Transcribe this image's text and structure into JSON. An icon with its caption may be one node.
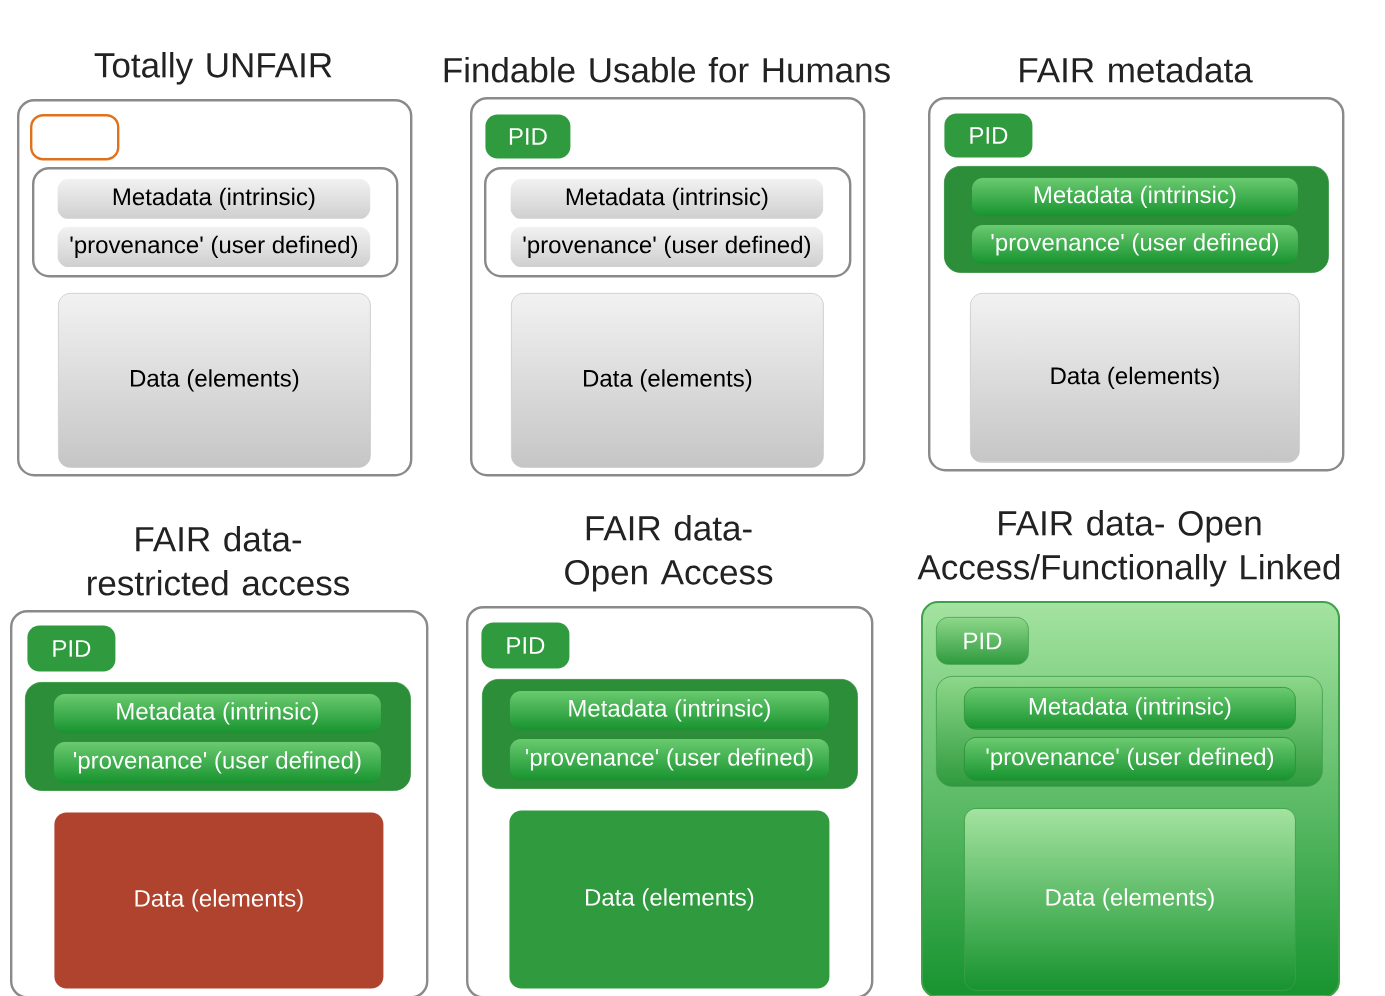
{
  "diagram": {
    "nodes": [
      {
        "text": [
          "Totally UNFAIR"
        ]
      },
      {
        "text": [],
        "shape": "box",
        "in": 0
      },
      {
        "text": [],
        "shape": "box",
        "in": 0
      },
      {
        "text": [
          "Metadata (intrinsic)"
        ],
        "in": 2
      },
      {
        "text": [
          "'provenance' (user defined)"
        ],
        "in": 2
      },
      {
        "text": [
          "Data (elements)"
        ],
        "in": 0
      },
      {
        "text": [
          "Findable Usable for Humans"
        ]
      },
      {
        "text": [
          "PID"
        ],
        "in": 6
      },
      {
        "text": [],
        "shape": "box",
        "in": 6
      },
      {
        "text": [
          "Metadata (intrinsic)"
        ],
        "in": 8
      },
      {
        "text": [
          "'provenance' (user defined)"
        ],
        "in": 8
      },
      {
        "text": [
          "Data (elements)"
        ],
        "in": 6
      },
      {
        "text": [
          "FAIR metadata"
        ]
      },
      {
        "text": [
          "PID"
        ],
        "in": 12
      },
      {
        "text": [],
        "shape": "box",
        "in": 12
      },
      {
        "text": [
          "Metadata (intrinsic)"
        ],
        "in": 14
      },
      {
        "text": [
          "'provenance' (user defined)"
        ],
        "in": 14
      },
      {
        "text": [
          "Data (elements)"
        ],
        "in": 12
      },
      {
        "text": [
          "FAIR data- restricted access"
        ]
      },
      {
        "text": [
          "PID"
        ],
        "in": 18
      },
      {
        "text": [],
        "shape": "box",
        "in": 18
      },
      {
        "text": [
          "Metadata (intrinsic)"
        ],
        "in": 20
      },
      {
        "text": [
          "'provenance' (user defined)"
        ],
        "in": 20
      },
      {
        "text": [
          "Data (elements)"
        ],
        "in": 18
      },
      {
        "text": [
          "FAIR data- Open Access"
        ]
      },
      {
        "text": [
          "PID"
        ],
        "in": 24
      },
      {
        "text": [],
        "shape": "box",
        "in": 24
      },
      {
        "text": [
          "Metadata (intrinsic)"
        ],
        "in": 26
      },
      {
        "text": [
          "'provenance' (user defined)"
        ],
        "in": 26
      },
      {
        "text": [
          "Data (elements)"
        ],
        "in": 24
      },
      {
        "text": [
          "FAIR data- Open Access/Functionally Linked"
        ]
      },
      {
        "text": [
          "PID"
        ],
        "in": 30
      },
      {
        "text": [],
        "shape": "box",
        "in": 30
      },
      {
        "text": [
          "Metadata (intrinsic)"
        ],
        "in": 32
      },
      {
        "text": [
          "'provenance' (user defined)"
        ],
        "in": 32
      },
      {
        "text": [
          "Data (elements)"
        ],
        "in": 30
      }
    ]
  }
}
